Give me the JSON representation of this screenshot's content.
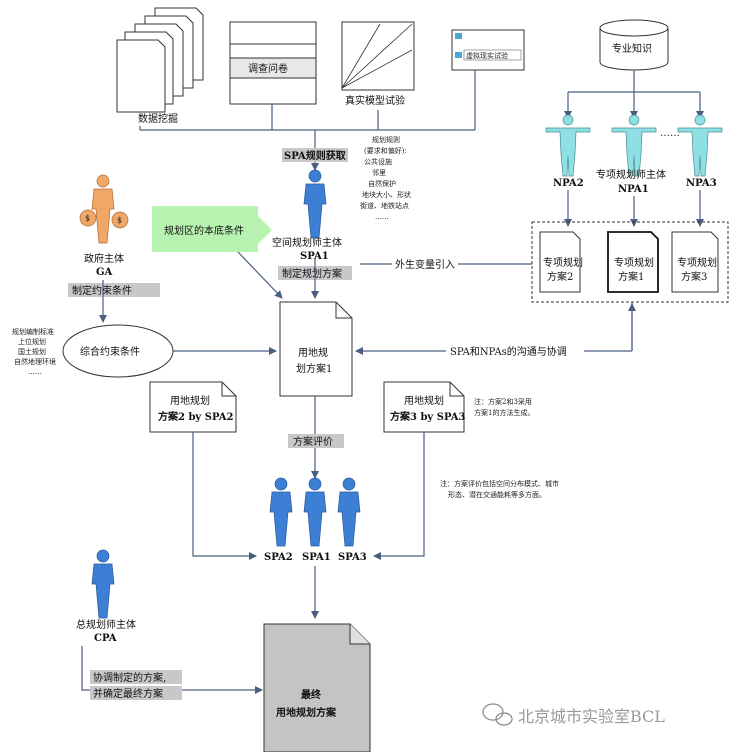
{
  "top_sources": {
    "data_mining": "数据挖掘",
    "survey": "调查问卷",
    "real_model_test": "真实模型试验",
    "virtual_test": "虚拟现实试验"
  },
  "knowledge": "专业知识",
  "spa_rules": "SPA规则获取",
  "rules_note": [
    "规划规则",
    "(要求和偏好):",
    "公共设施",
    "邻里",
    "自然保护",
    "地块大小、形状",
    "街道、地铁站点",
    "……"
  ],
  "npa": {
    "npa2": "NPA2",
    "npa1_line1": "专项规划师主体",
    "npa1_line2": "NPA1",
    "npa3": "NPA3",
    "dots": "……"
  },
  "government": {
    "line1": "政府主体",
    "line2": "GA"
  },
  "base_conditions": "规划区的本底条件",
  "spa1": {
    "line1": "空间规划师主体",
    "line2": "SPA1"
  },
  "exogenous": "外生变量引入",
  "special_plans": [
    {
      "line1": "专项规划",
      "line2": "方案2"
    },
    {
      "line1": "专项规划",
      "line2": "方案1"
    },
    {
      "line1": "专项规划",
      "line2": "方案3"
    }
  ],
  "make_constraints": "制定约束条件",
  "make_plan": "制定规划方案",
  "constraints_list": [
    "规划编制标准",
    "上位规划",
    "国土规划",
    "自然地理环境",
    "……"
  ],
  "composite_constraints": "综合约束条件",
  "land_plan1": {
    "line1": "用地规",
    "line2": "划方案1"
  },
  "communication": "SPA和NPAs的沟通与协调",
  "land_plan2": {
    "line1": "用地规划",
    "line2": "方案2 by SPA2"
  },
  "land_plan3": {
    "line1": "用地规划",
    "line2": "方案3 by SPA3"
  },
  "note_plans": [
    "注：方案2和3采用",
    "方案1的方法生成。"
  ],
  "plan_eval": "方案评价",
  "note_eval": [
    "注：方案评价包括空间分布模式、城市",
    "形态、潜在交通能耗等多方面。"
  ],
  "spa_labels": [
    "SPA2",
    "SPA1",
    "SPA3"
  ],
  "cpa": {
    "line1": "总规划师主体",
    "line2": "CPA"
  },
  "coordinate": [
    "协调制定的方案,",
    "并确定最终方案"
  ],
  "final_plan": {
    "line1": "最终",
    "line2": "用地规划方案"
  },
  "watermark": "北京城市实验室BCL",
  "colors": {
    "person_blue": "#3e7fd6",
    "person_cyan": "#8fe0e4",
    "person_orange": "#f0a868",
    "green_box": "#b8f2b0",
    "line": "#4a5f80",
    "tag_gray": "#c8c8c8",
    "final_fill": "#c4c4c4"
  }
}
